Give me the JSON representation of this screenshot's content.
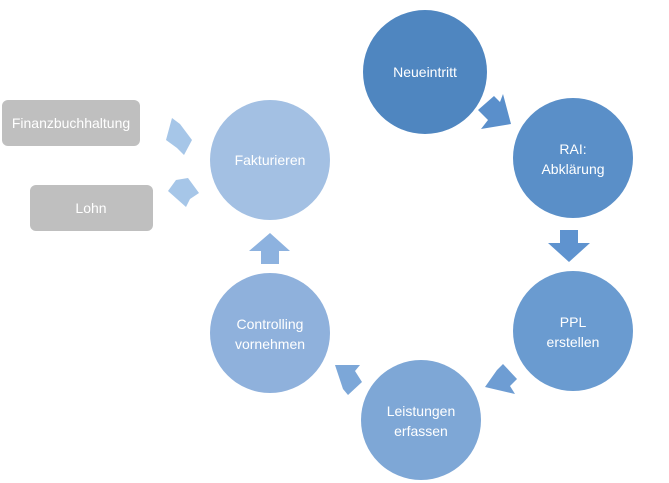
{
  "diagram": {
    "type": "cycle",
    "nodes": [
      {
        "id": "neueintritt",
        "lines": [
          "Neueintritt"
        ],
        "color": "#4f86c0"
      },
      {
        "id": "rai",
        "lines": [
          "RAI:",
          "Abklärung"
        ],
        "color": "#5a8fc8"
      },
      {
        "id": "ppl",
        "lines": [
          "PPL",
          "erstellen"
        ],
        "color": "#6a9bd0"
      },
      {
        "id": "leistungen",
        "lines": [
          "Leistungen",
          "erfassen"
        ],
        "color": "#7ea7d6"
      },
      {
        "id": "controlling",
        "lines": [
          "Controlling",
          "vornehmen"
        ],
        "color": "#8fb1dc"
      },
      {
        "id": "fakturieren",
        "lines": [
          "Fakturieren"
        ],
        "color": "#a3c0e3"
      }
    ],
    "outputs": [
      {
        "id": "finanzbuchhaltung",
        "label": "Finanzbuchhaltung",
        "color": "#bfbfbf"
      },
      {
        "id": "lohn",
        "label": "Lohn",
        "color": "#bfbfbf"
      }
    ],
    "arrow_colors": {
      "neueintritt_to_rai": "#5a8fcb",
      "rai_to_ppl": "#5f93cf",
      "ppl_to_leistungen": "#6e9dd3",
      "leistungen_to_controlling": "#7ca7d8",
      "controlling_to_fakturieren": "#8db2df",
      "fakturieren_to_outputs": "#a6c6e8"
    }
  }
}
